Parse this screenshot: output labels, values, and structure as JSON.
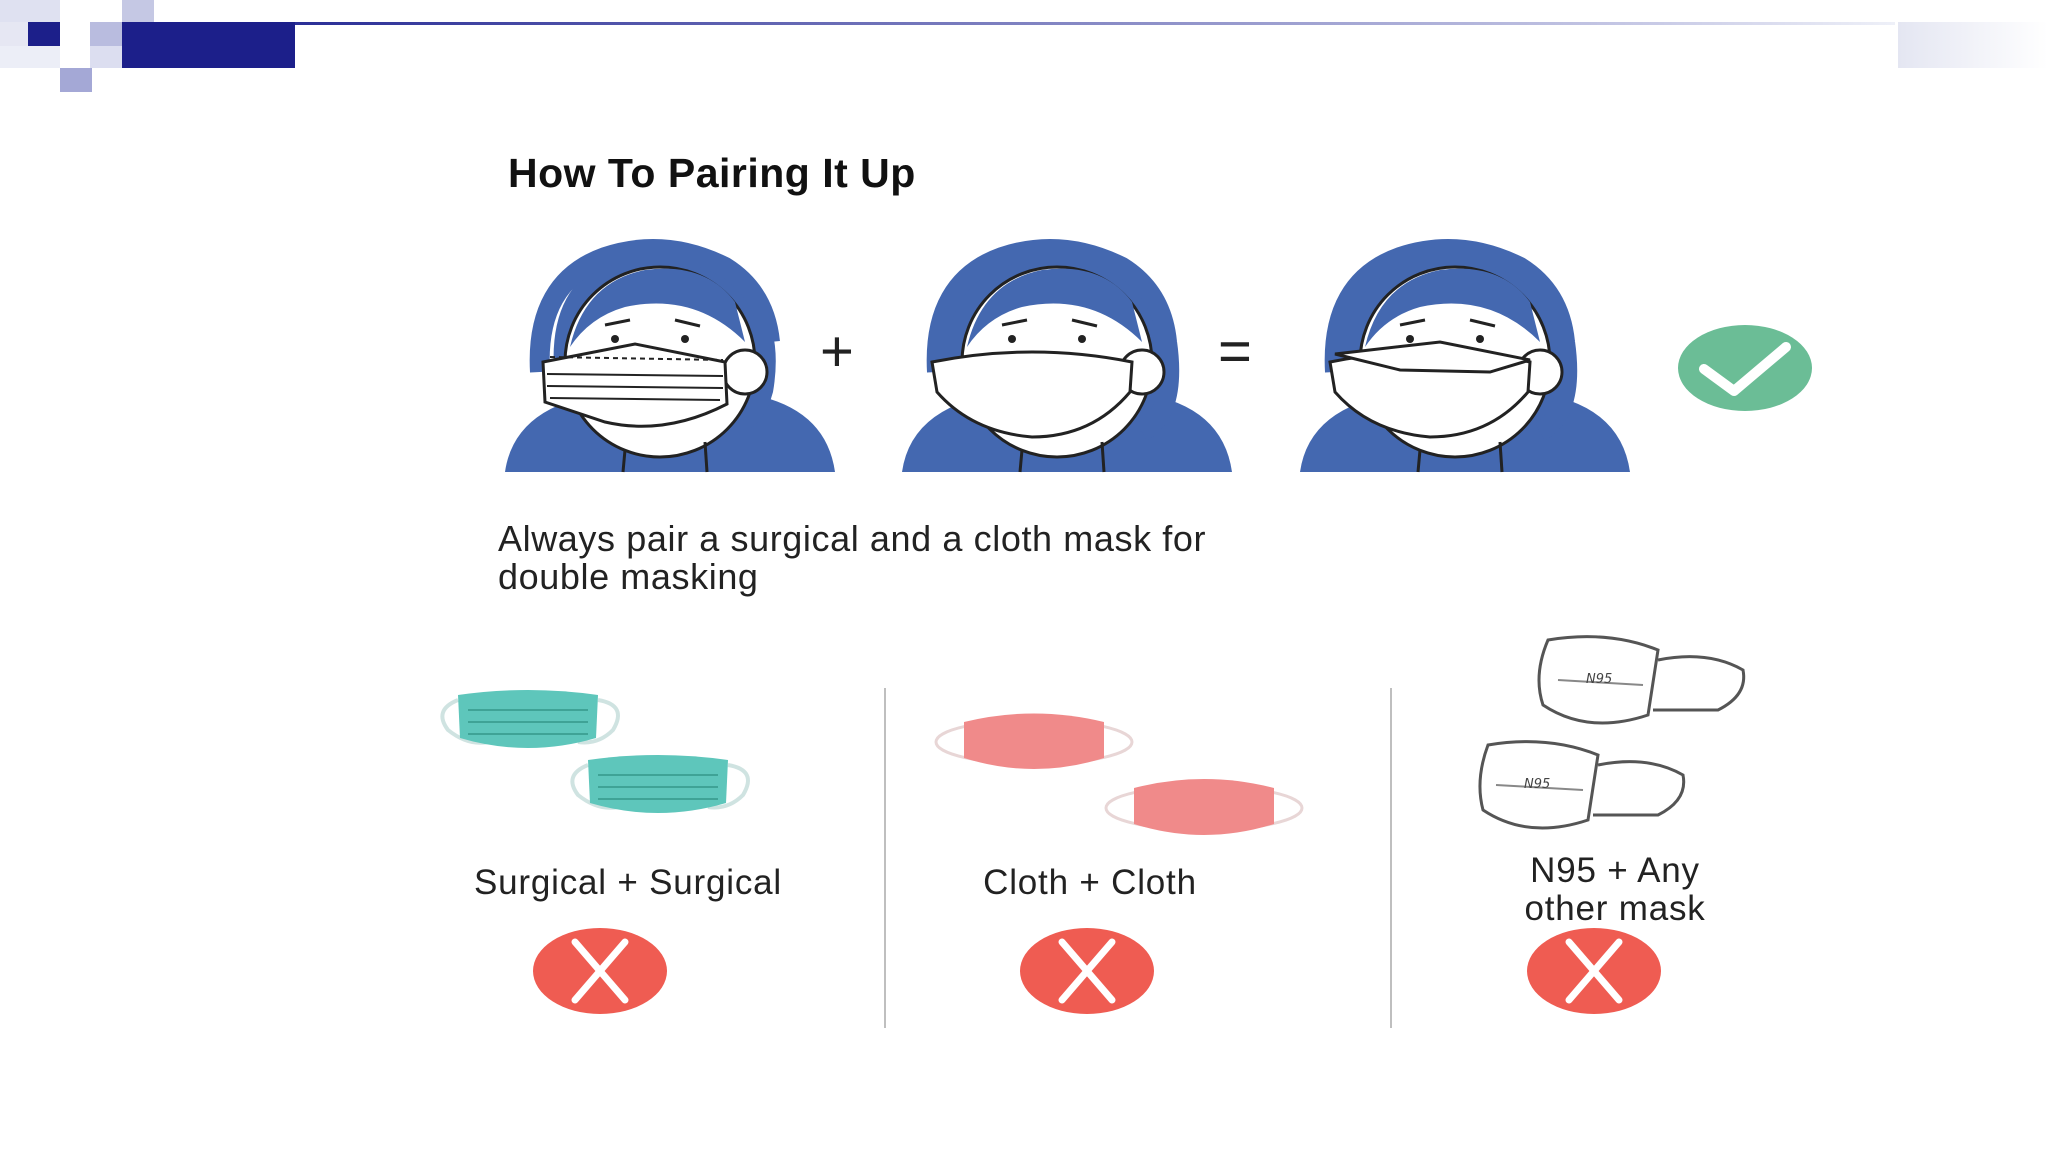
{
  "slide": {
    "title": "How To Pairing It Up",
    "plus_sign": "+",
    "equals_sign": "=",
    "caption_line1": "Always pair a surgical and a cloth mask for",
    "caption_line2": "double masking",
    "correct_badge_icon": "checkmark-icon",
    "wrong_badge_icon": "x-mark-icon"
  },
  "pairs": [
    {
      "label": "Surgical + Surgical"
    },
    {
      "label": "Cloth + Cloth"
    },
    {
      "label_line1": "N95 + Any",
      "label_line2": "other mask",
      "mask_text": "N95"
    }
  ],
  "colors": {
    "hair_shirt": "#4468b0",
    "check_green": "#6bbd96",
    "x_red": "#ef5c52",
    "surgical_teal": "#5ec6bb",
    "cloth_pink": "#f08a8a",
    "header_navy": "#1c1f8a"
  }
}
